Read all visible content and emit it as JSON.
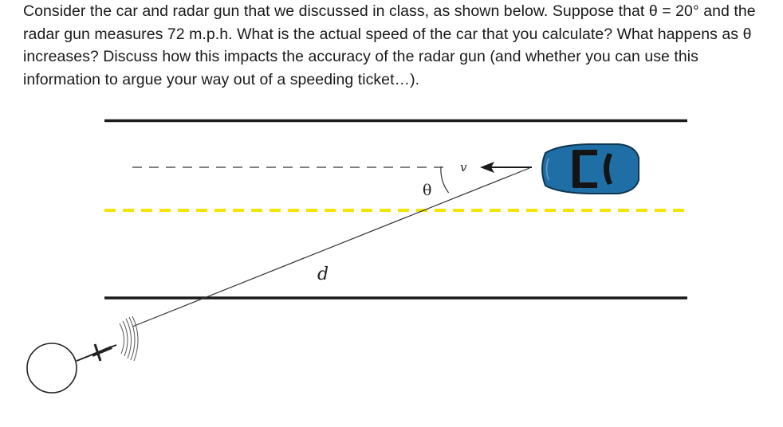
{
  "question": {
    "text": "Consider the car and radar gun that we discussed in class, as shown below. Suppose that θ = 20° and the radar gun measures 72 m.p.h. What is the actual speed of the car that you calculate? What happens as θ increases? Discuss how this impacts the accuracy of the radar gun (and whether you can use this information to argue your way out of a speeding ticket…)."
  },
  "figure": {
    "label_theta": "θ",
    "label_v": "v",
    "label_d": "d",
    "colors": {
      "road_edge": "#1a1a1a",
      "center_line": "#f5e300",
      "car_body": "#1f6fa6",
      "car_outline": "#0f3550",
      "car_glass": "#141414"
    }
  }
}
